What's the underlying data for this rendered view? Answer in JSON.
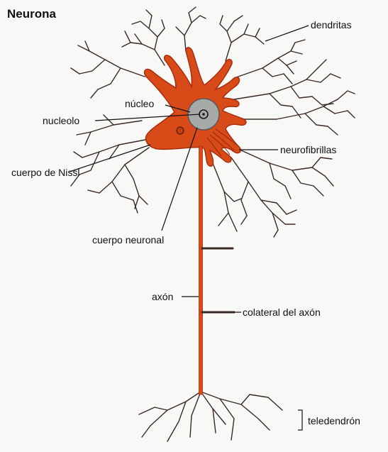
{
  "title": "Neurona",
  "colors": {
    "cell": "#d84a18",
    "cell_dark": "#a82e10",
    "dendrite": "#3a2a24",
    "nucleus": "#a6aaa6",
    "leader": "#111111"
  },
  "labels": {
    "dendritas": "dendritas",
    "nucleo": "núcleo",
    "nucleolo": "nucleolo",
    "neurofibrillas": "neurofibrillas",
    "cuerpo_nissl": "cuerpo de Nissl",
    "cuerpo_neuronal": "cuerpo neuronal",
    "axon": "axón",
    "colateral": "colateral del axón",
    "teledendron": "teledendrón"
  }
}
